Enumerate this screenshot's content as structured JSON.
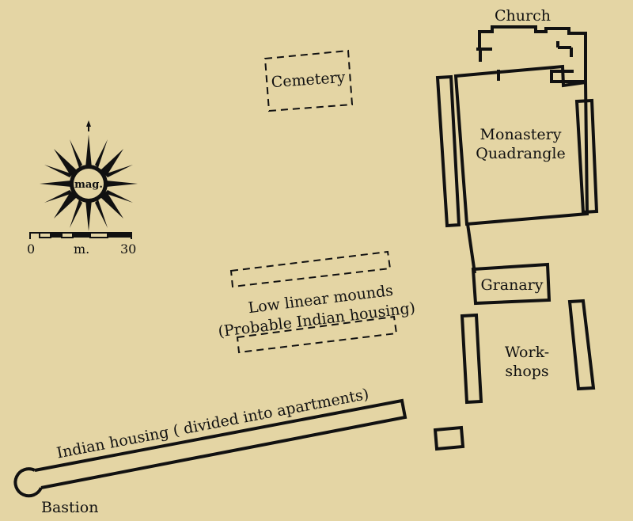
{
  "labels": {
    "church": "Church",
    "cemetery": "Cemetery",
    "monastery_line1": "Monastery",
    "monastery_line2": "Quadrangle",
    "granary": "Granary",
    "mounds_line1": "Low linear mounds",
    "mounds_line2": "(Probable Indian housing)",
    "workshops_line1": "Work-",
    "workshops_line2": "shops",
    "indian_housing": "Indian housing ( divided into apartments)",
    "bastion": "Bastion"
  },
  "compass": {
    "label": "mag."
  },
  "scale": {
    "start": "0",
    "unit": "m.",
    "end": "30"
  },
  "colors": {
    "background": "#e4d5a4",
    "ink": "#111111"
  }
}
